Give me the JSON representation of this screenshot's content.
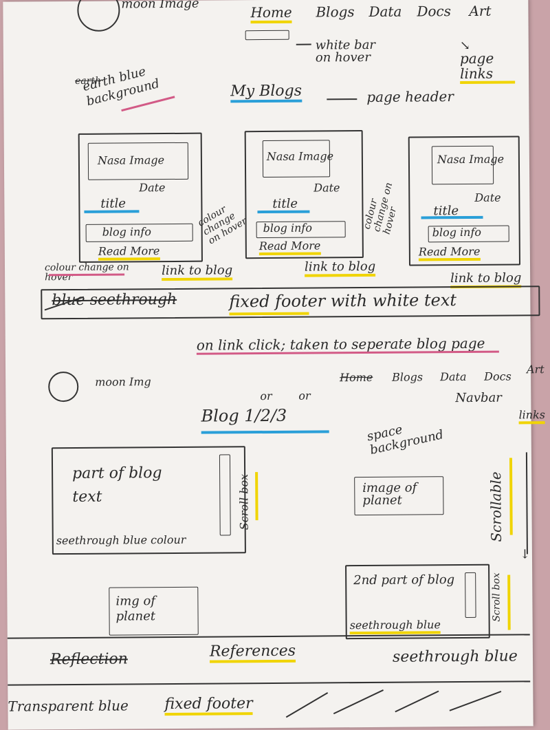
{
  "top_section": {
    "moon_label": "moon Image",
    "nav_links": [
      "Home",
      "Blogs",
      "Data",
      "Docs",
      "Art"
    ],
    "white_bar_note": "white bar on hover",
    "page_links_note": "page links",
    "earth_note_struck": "earth",
    "earth_note": "earth blue background",
    "header_title": "My Blogs",
    "header_note": "page header",
    "cards": [
      {
        "image": "Nasa Image",
        "date": "Date",
        "title": "title",
        "info": "blog info",
        "read_more": "Read More",
        "link_note": "link to blog"
      },
      {
        "image": "Nasa Image",
        "date": "Date",
        "title": "title",
        "info": "blog info",
        "read_more": "Read More",
        "link_note": "link to blog"
      },
      {
        "image": "Nasa Image",
        "date": "Date",
        "title": "title",
        "info": "blog info",
        "read_more": "Read More",
        "link_note": "link to blog"
      }
    ],
    "colour_change_note_1": "colour change on hover",
    "colour_change_note_2": "colour change on hover",
    "colour_change_note_3": "colour change on hover",
    "footer_note_left": "blue seethrough",
    "footer_note_main": "fixed footer with white text"
  },
  "transition_note": "on link click; taken to seperate blog page",
  "bottom_section": {
    "moon_label": "moon Img",
    "nav_links": [
      "Home",
      "Blogs",
      "Data",
      "Docs",
      "Art"
    ],
    "navbar_note": "Navbar",
    "links_note": "links",
    "or_1": "or",
    "or_2": "or",
    "blog_title": "Blog 1/2/3",
    "space_note": "space background",
    "text_box_1": "part of blog text",
    "seethrough_1": "seethrough blue colour",
    "scroll_box_1": "Scroll box",
    "image_planet_1": "image of planet",
    "scrollable_note": "Scrollable",
    "text_box_2": "2nd part of blog",
    "seethrough_2": "seethrough blue",
    "scroll_box_2": "Scroll box",
    "image_planet_2": "img of planet",
    "reflection_struck": "Reflection",
    "references": "References",
    "seethrough_3": "seethrough blue",
    "footer_note_left": "Transparent blue",
    "footer_note_main": "fixed footer"
  },
  "colors": {
    "highlight_yellow": "#f0d400",
    "highlight_blue": "#2a9fd8",
    "highlight_pink": "#d25a86",
    "ink": "#2a2a2a"
  }
}
